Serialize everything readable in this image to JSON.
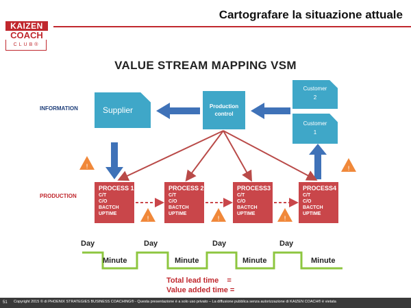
{
  "header": {
    "title": "Cartografare la situazione attuale",
    "logo": {
      "line1": "KAIZEN",
      "line2": "COACH",
      "line3": "CLUB®"
    }
  },
  "diagram": {
    "title": "VALUE STREAM MAPPING VSM",
    "labels": {
      "information": "INFORMATION",
      "production": "PRODUCTION"
    },
    "supplier": "Supplier",
    "production_control": [
      "Production",
      "control"
    ],
    "customer_2": [
      "Customer",
      "2"
    ],
    "customer_1": [
      "Customer",
      "1"
    ],
    "processes": [
      {
        "title": "PROCESS 1",
        "lines": [
          "C/T",
          "C/O",
          "BACTCH",
          "UPTIME"
        ]
      },
      {
        "title": "PROCESS 2",
        "lines": [
          "C/T",
          "C/O",
          "BACTCH",
          "UPTIME"
        ]
      },
      {
        "title": "PROCESS3",
        "lines": [
          "C/T",
          "C/O",
          "BACTCH",
          "UPTIME"
        ]
      },
      {
        "title": "PROCESS4",
        "lines": [
          "C/T",
          "C/O",
          "BACTCH",
          "UPTIME"
        ]
      }
    ],
    "inventory_symbol": "!",
    "timeline": {
      "days": [
        "Day",
        "Day",
        "Day",
        "Day"
      ],
      "minutes": [
        "Minute",
        "Minute",
        "Minute",
        "Minute"
      ]
    },
    "total_lead_time": "Total lead time    =",
    "value_added_time": "Value added time ="
  },
  "footer": {
    "page_number": "51",
    "copyright": "Copyright 2015 © di PHOENIX STRATEGIES BUSINESS COACHING® - Questa presentazione è a solo uso privato – La diffusione pubblica senza autorizzazione di KAIZEN COACH® è vietata"
  },
  "colors": {
    "brand_red": "#c0272d",
    "process_red": "#c9464a",
    "info_blue": "#3fa7c8",
    "arrow_blue": "#3f72b8",
    "timeline_green": "#8dc63f",
    "warning_orange": "#f0883a"
  }
}
